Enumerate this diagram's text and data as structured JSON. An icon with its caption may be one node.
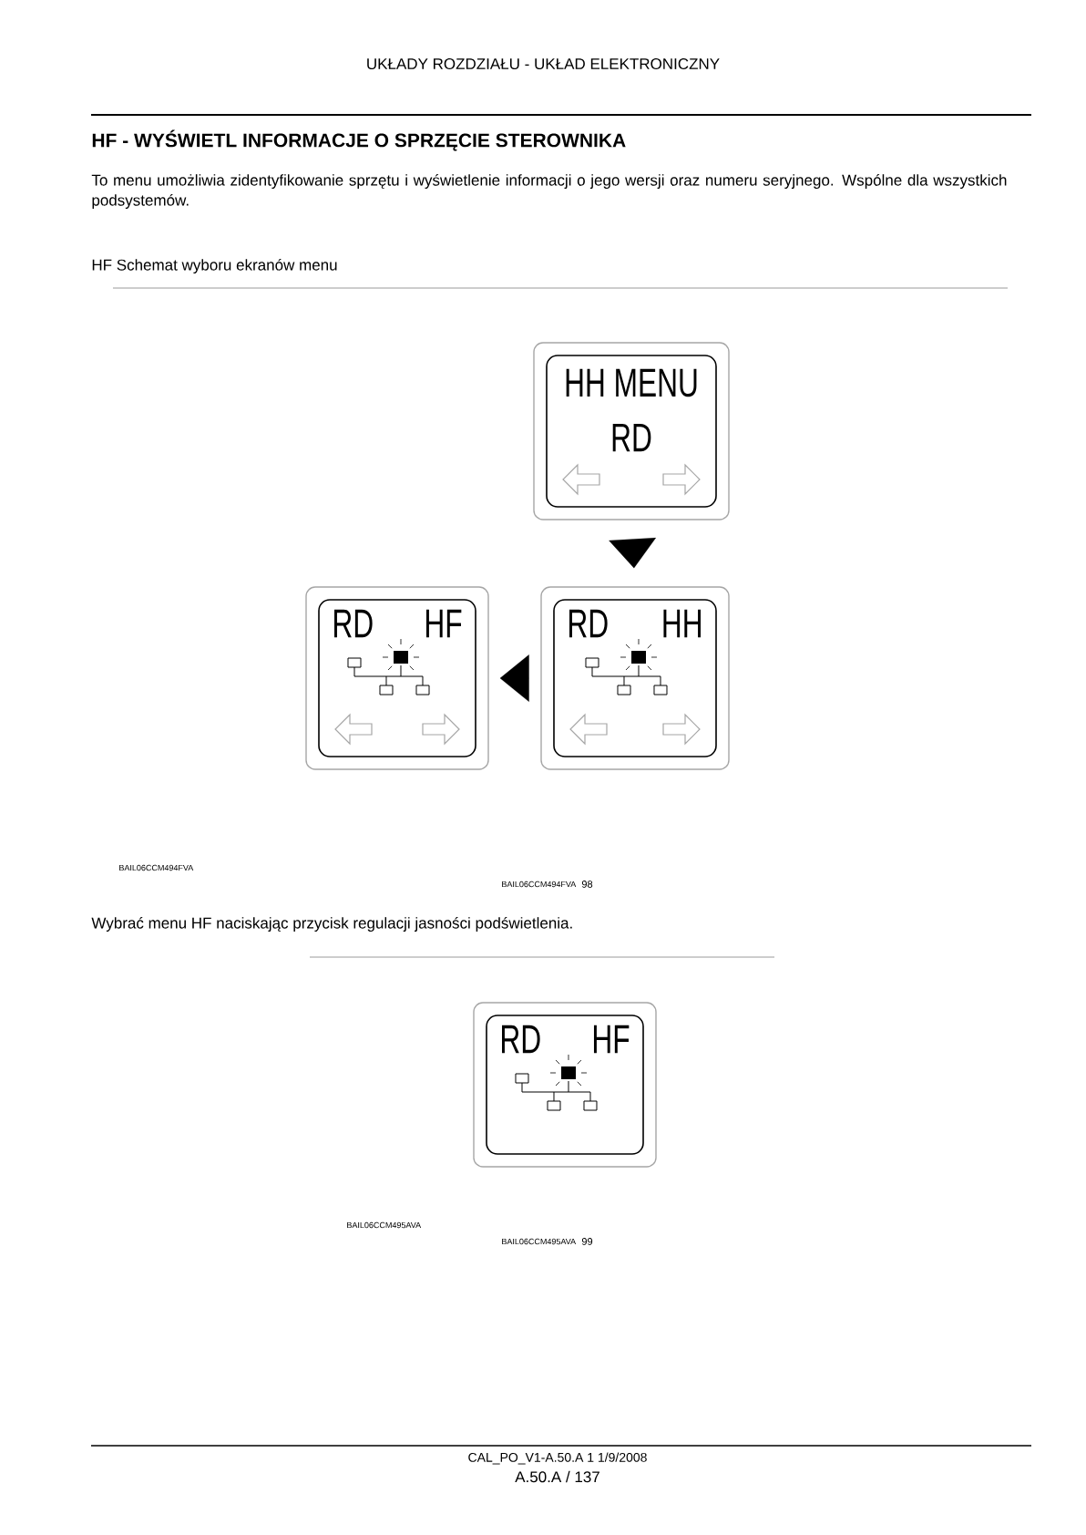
{
  "diagram": {
    "title": "HF - WYŚWIETL INFORMACJE O SPRZĘCIE STEROWNIKA",
    "nodes": [
      {
        "text": [
          "HH MENU",
          "RD"
        ]
      },
      {
        "text": [
          "RD",
          "HH"
        ]
      },
      {
        "text": [
          "RD",
          "HF"
        ]
      },
      {
        "text": [
          "RD",
          "HF"
        ]
      }
    ],
    "edges": [
      {
        "from": 0,
        "to": 1,
        "arrow": "to"
      },
      {
        "from": 1,
        "to": 2,
        "arrow": "to"
      }
    ],
    "labels": [
      "UKŁADY ROZDZIAŁU - UKŁAD ELEKTRONICZNY",
      "To menu umożliwia zidentyfikowanie sprzętu i wyświetlenie informacji o jego wersji oraz numeru seryjnego. Wspólne dla wszystkich podsystemów.",
      "HF Schemat wyboru ekranów menu",
      "BAIL06CCM494FVA",
      "BAIL06CCM494FVA",
      "98",
      "Wybrać menu HF naciskając przycisk regulacji jasności podświetlenia.",
      "BAIL06CCM495AVA",
      "BAIL06CCM495AVA",
      "99",
      "CAL_PO_V1-A.50.A 1 1/9/2008",
      "A.50.A / 137"
    ]
  }
}
